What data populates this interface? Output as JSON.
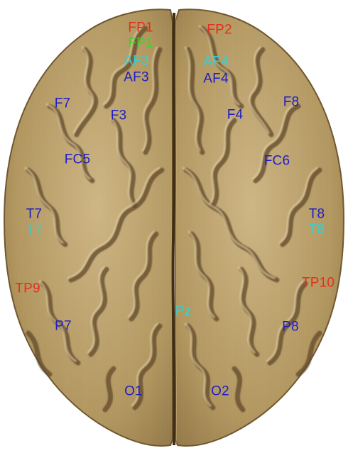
{
  "colors": {
    "red": "#e4301d",
    "green": "#3ed32e",
    "cyan": "#36d0d2",
    "blue": "#1e1ec4",
    "brain_base": "#b59a68",
    "brain_shadow": "#6e5631",
    "brain_highlight": "#e1cc9f"
  },
  "image": {
    "subject": "brain-top-view",
    "electrodes": [
      {
        "id": "fp1-red",
        "label": "FP1",
        "color": "red"
      },
      {
        "id": "fp1-green",
        "label": "FP1",
        "color": "green"
      },
      {
        "id": "af3-cyan",
        "label": "AF3",
        "color": "cyan"
      },
      {
        "id": "af3-blue",
        "label": "AF3",
        "color": "blue"
      },
      {
        "id": "fp2-red",
        "label": "FP2",
        "color": "red"
      },
      {
        "id": "af4-cyan",
        "label": "AF4",
        "color": "cyan"
      },
      {
        "id": "af4-blue",
        "label": "AF4",
        "color": "blue"
      },
      {
        "id": "f7",
        "label": "F7",
        "color": "blue"
      },
      {
        "id": "f3",
        "label": "F3",
        "color": "blue"
      },
      {
        "id": "f4",
        "label": "F4",
        "color": "blue"
      },
      {
        "id": "f8",
        "label": "F8",
        "color": "blue"
      },
      {
        "id": "fc5",
        "label": "FC5",
        "color": "blue"
      },
      {
        "id": "fc6",
        "label": "FC6",
        "color": "blue"
      },
      {
        "id": "t7-blue",
        "label": "T7",
        "color": "blue"
      },
      {
        "id": "t7-cyan",
        "label": "T7",
        "color": "cyan"
      },
      {
        "id": "t8-blue",
        "label": "T8",
        "color": "blue"
      },
      {
        "id": "t8-cyan",
        "label": "T8",
        "color": "cyan"
      },
      {
        "id": "tp9",
        "label": "TP9",
        "color": "red"
      },
      {
        "id": "tp10",
        "label": "TP10",
        "color": "red"
      },
      {
        "id": "pz",
        "label": "Pz",
        "color": "cyan"
      },
      {
        "id": "p7",
        "label": "P7",
        "color": "blue"
      },
      {
        "id": "p8",
        "label": "P8",
        "color": "blue"
      },
      {
        "id": "o1",
        "label": "O1",
        "color": "blue"
      },
      {
        "id": "o2",
        "label": "O2",
        "color": "blue"
      }
    ]
  }
}
